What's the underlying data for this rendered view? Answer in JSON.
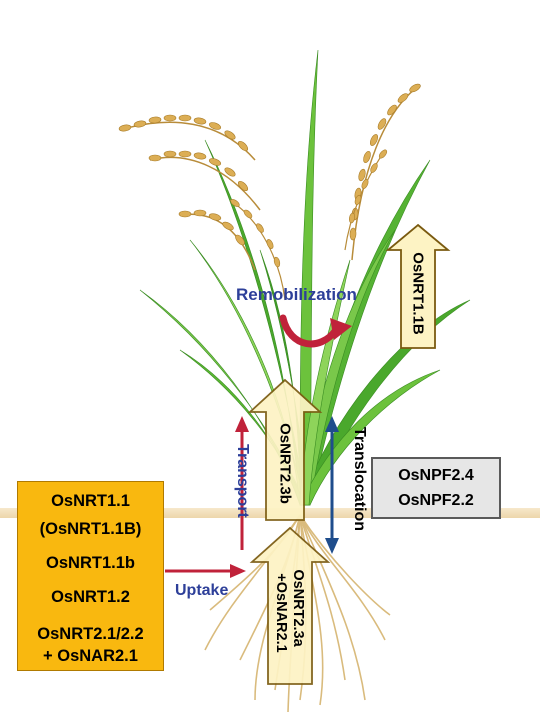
{
  "labels": {
    "remobilization": "Remobilization",
    "transport": "Transport",
    "translocation": "Translocation",
    "uptake": "Uptake"
  },
  "arrows": {
    "remob_transporter": "OsNRT1.1B",
    "stem_transporter": "OsNRT2.3b",
    "root_transporter_line1": "OsNRT2.3a",
    "root_transporter_line2": "+OsNAR2.1"
  },
  "uptake_box": {
    "items": [
      "OsNRT1.1",
      "(OsNRT1.1B)",
      "OsNRT1.1b",
      "OsNRT1.2",
      "OsNRT2.1/2.2",
      "+ OsNAR2.1"
    ]
  },
  "translocation_box": {
    "items": [
      "OsNPF2.4",
      "OsNPF2.2"
    ]
  },
  "colors": {
    "uptake_box_fill": "#f9b80f",
    "arrow_box_fill": "#fdf3c4",
    "arrow_box_stroke": "#7a5a10",
    "red_arrow": "#c0223a",
    "blue_arrow": "#1f4d8c",
    "label_blue": "#2d3f99",
    "leaf_green": "#5cb832",
    "grain_gold": "#d9a441"
  }
}
